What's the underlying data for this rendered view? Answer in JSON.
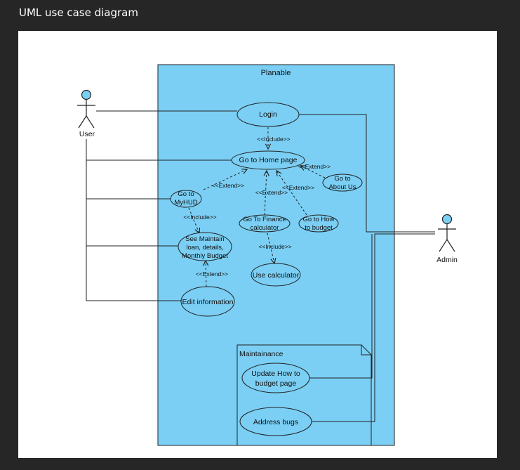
{
  "page": {
    "title": "UML use case diagram"
  },
  "diagram": {
    "system_name": "Planable",
    "actors": {
      "user": "User",
      "admin": "Admin"
    },
    "use_cases": {
      "login": "Login",
      "home": "Go to Home page",
      "about_line1": "Go to",
      "about_line2": "About Us",
      "myhud_line1": "Go to",
      "myhud_line2": "MyHUD",
      "finance_line1": "Go To Finance",
      "finance_line2": "calculator",
      "howto_line1": "Go to How",
      "howto_line2": "to budget",
      "maintain_line1": "See Maintain",
      "maintain_line2": "loan, details,",
      "maintain_line3": "Monthly Budget",
      "calculator": "Use calculator",
      "edit": "Edit information",
      "update_line1": "Update How to",
      "update_line2": "budget page",
      "bugs": "Address bugs"
    },
    "relations": {
      "include_login_home": "<<Include>>",
      "extend_home_about": "<<Extend>>",
      "extend_home_myhud": "<<Extend>>",
      "extend_home_finance": "<<Extend>>",
      "extend_home_howto": "<<Extend>>",
      "include_myhud_maintain": "<<Include>>",
      "include_finance_calc": "<<Include>>",
      "extend_edit_maintain": "<<Extend>>"
    },
    "package": {
      "name": "Maintainance"
    },
    "colors": {
      "system_fill": "#7bcff4",
      "actor_head": "#7bcff4",
      "ellipse_fill": "#7bcff4",
      "package_fill": "#7bcff4",
      "line": "#222222"
    }
  }
}
